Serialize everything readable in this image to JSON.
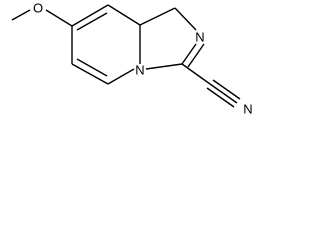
{
  "molecule": {
    "atom_labels": {
      "methoxy_oxygen": "O",
      "imidazole_nitrogen": "N",
      "bridgehead_nitrogen": "N",
      "nitrile_nitrogen": "N"
    }
  }
}
